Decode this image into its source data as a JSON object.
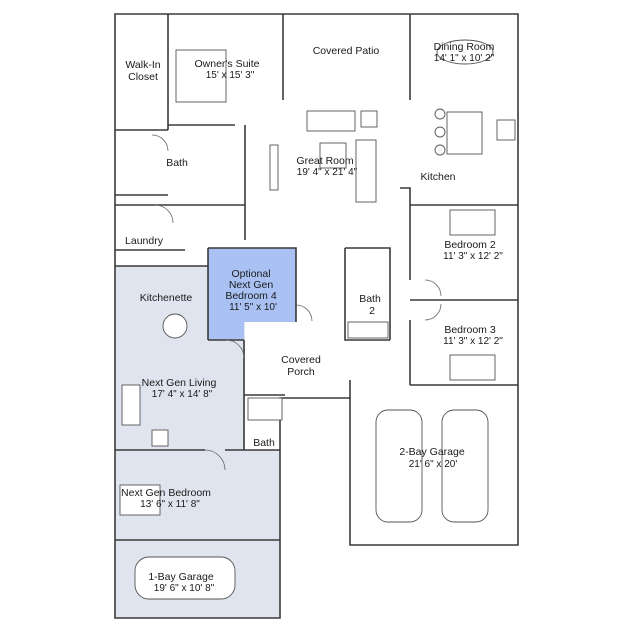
{
  "colors": {
    "next_gen_fill": "#dfe4ee",
    "optional_fill": "#a9c1f3",
    "wall": "#3a3a3a"
  },
  "rooms": {
    "walk_in_closet": {
      "line1": "Walk-In",
      "line2": "Closet"
    },
    "owners_suite": {
      "name": "Owner's Suite",
      "dims": "15' x 15' 3\""
    },
    "covered_patio": {
      "name": "Covered Patio"
    },
    "dining_room": {
      "name": "Dining Room",
      "dims": "14' 1\" x 10' 2\""
    },
    "bath_owner": {
      "name": "Bath"
    },
    "great_room": {
      "name": "Great Room",
      "dims": "19' 4\" x 21' 4\""
    },
    "kitchen": {
      "name": "Kitchen"
    },
    "laundry": {
      "name": "Laundry"
    },
    "bedroom2": {
      "name": "Bedroom 2",
      "dims": "11' 3\" x 12' 2\""
    },
    "optional_bedroom4": {
      "line1": "Optional",
      "line2": "Next Gen",
      "line3": "Bedroom 4",
      "dims": "11' 5\" x 10'"
    },
    "kitchenette": {
      "name": "Kitchenette"
    },
    "bath2": {
      "line1": "Bath",
      "line2": "2"
    },
    "bedroom3": {
      "name": "Bedroom 3",
      "dims": "11' 3\" x 12' 2\""
    },
    "covered_porch": {
      "line1": "Covered",
      "line2": "Porch"
    },
    "next_gen_living": {
      "name": "Next Gen Living",
      "dims": "17' 4\" x 14' 8\""
    },
    "bath_next_gen": {
      "name": "Bath"
    },
    "two_bay_garage": {
      "name": "2-Bay Garage",
      "dims": "21' 6\" x 20'"
    },
    "next_gen_bedroom": {
      "name": "Next Gen Bedroom",
      "dims": "13' 6\" x 11' 8\""
    },
    "one_bay_garage": {
      "name": "1-Bay Garage",
      "dims": "19' 6\" x 10' 8\""
    }
  }
}
